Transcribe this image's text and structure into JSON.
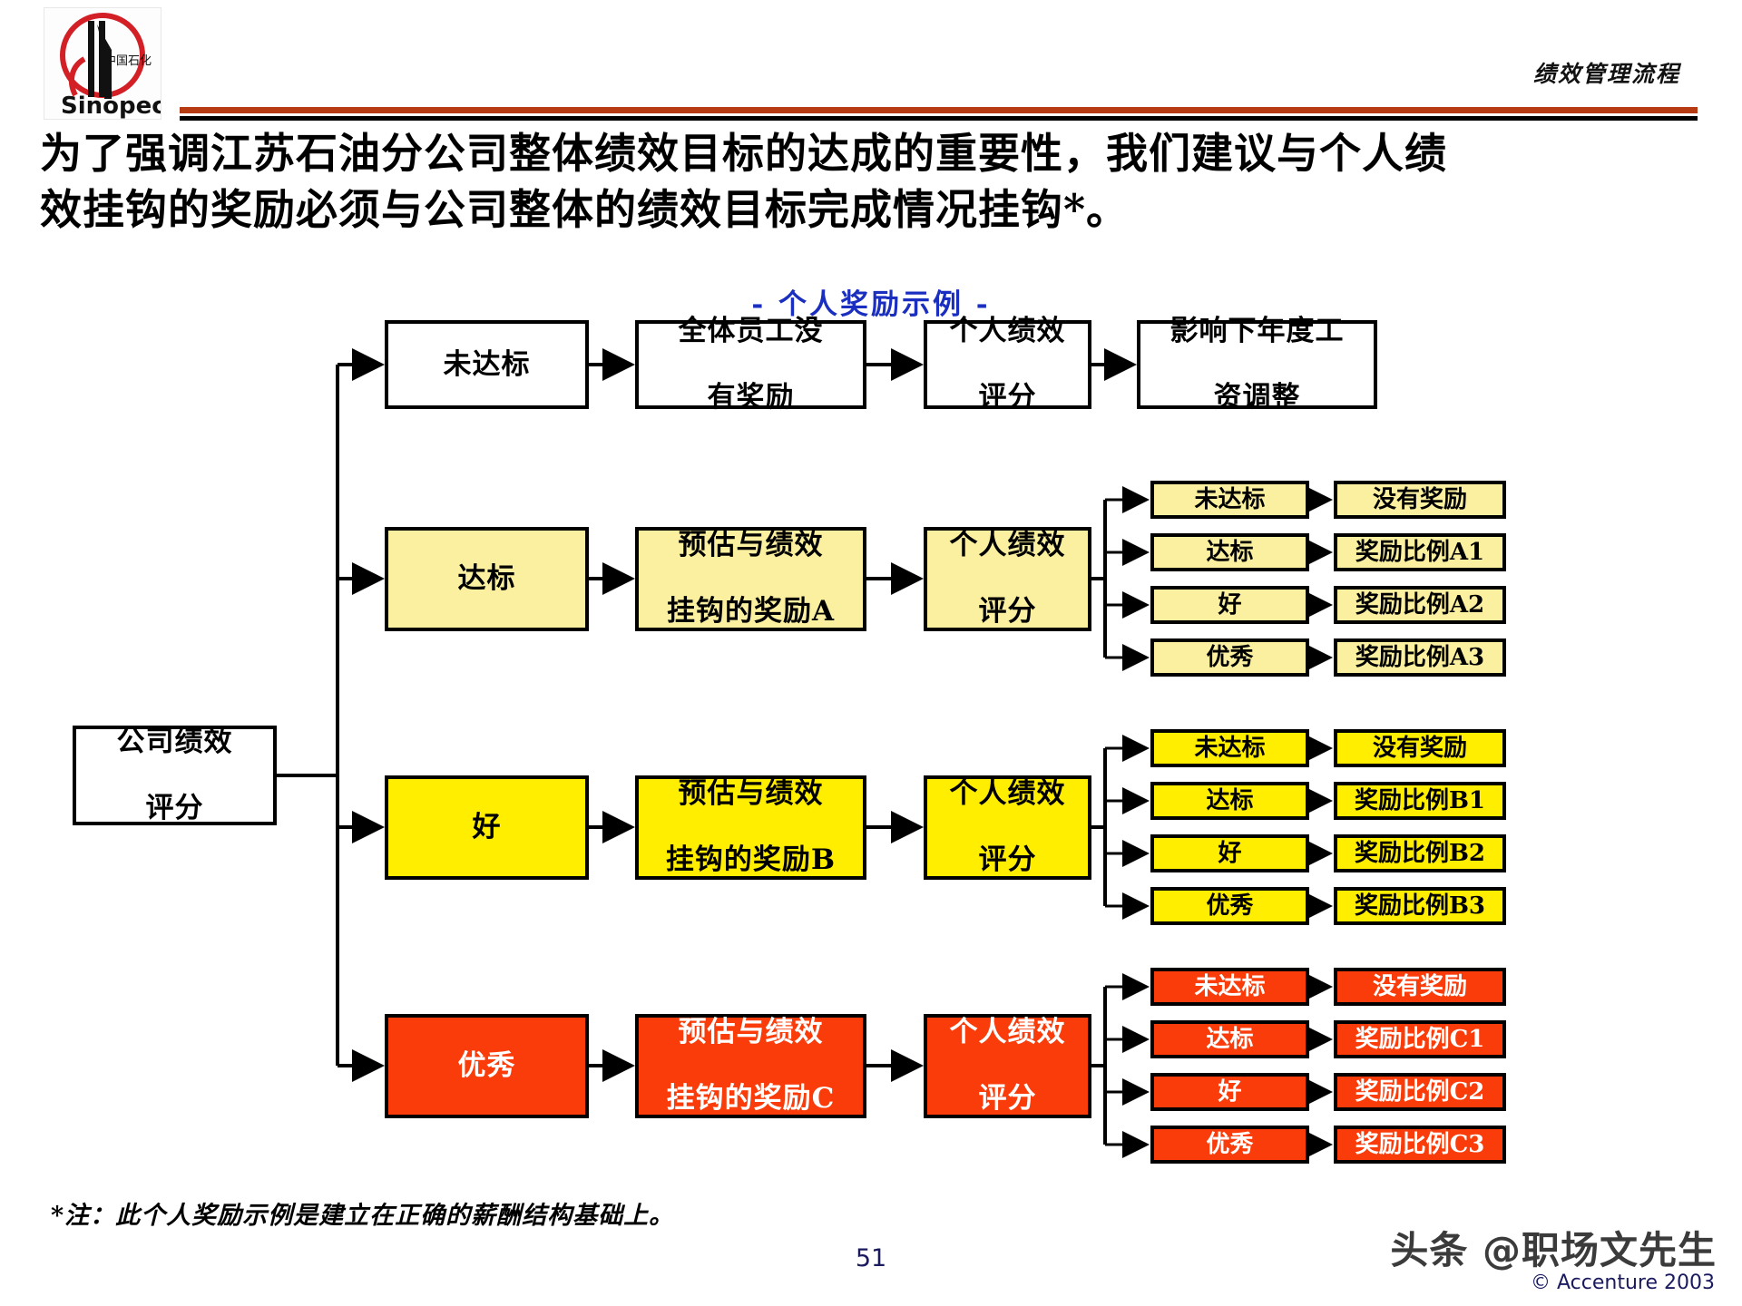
{
  "header": {
    "right_title": "绩效管理流程",
    "logo_alt": "sinopec-logo",
    "logo_text_cn": "中国石化",
    "logo_text_en": "Sinopec",
    "rule_orange_color": "#b63b12",
    "rule_black_color": "#000000"
  },
  "title": {
    "line1": "为了强调江苏石油分公司整体绩效目标的达成的重要性，我们建议与个人绩",
    "line2": "效挂钩的奖励必须与公司整体的绩效目标完成情况挂钩*。"
  },
  "subtitle": {
    "text": "- 个人奖励示例 -",
    "color": "#1a2fbf"
  },
  "diagram": {
    "root": {
      "label": "公司绩效\n评分",
      "color": "white"
    },
    "colors": {
      "white": "#ffffff",
      "cream": "#fbf0a0",
      "yellow": "#ffee00",
      "red": "#fa3c0a",
      "border": "#000000",
      "red_text": "#ffffff"
    },
    "rows": [
      {
        "level": "未达标",
        "fill": "white",
        "stage2": "全体员工没\n有奖励",
        "stage3": "个人绩效\n评分",
        "stage4": "影响下年度工\n资调整",
        "branches": []
      },
      {
        "level": "达标",
        "fill": "cream",
        "stage2": "预估与绩效\n挂钩的奖励A",
        "stage3": "个人绩效\n评分",
        "branches": [
          {
            "grade": "未达标",
            "reward": "没有奖励"
          },
          {
            "grade": "达标",
            "reward": "奖励比例A1"
          },
          {
            "grade": "好",
            "reward": "奖励比例A2"
          },
          {
            "grade": "优秀",
            "reward": "奖励比例A3"
          }
        ]
      },
      {
        "level": "好",
        "fill": "yellow",
        "stage2": "预估与绩效\n挂钩的奖励B",
        "stage3": "个人绩效\n评分",
        "branches": [
          {
            "grade": "未达标",
            "reward": "没有奖励"
          },
          {
            "grade": "达标",
            "reward": "奖励比例B1"
          },
          {
            "grade": "好",
            "reward": "奖励比例B2"
          },
          {
            "grade": "优秀",
            "reward": "奖励比例B3"
          }
        ]
      },
      {
        "level": "优秀",
        "fill": "red",
        "stage2": "预估与绩效\n挂钩的奖励C",
        "stage3": "个人绩效\n评分",
        "branches": [
          {
            "grade": "未达标",
            "reward": "没有奖励"
          },
          {
            "grade": "达标",
            "reward": "奖励比例C1"
          },
          {
            "grade": "好",
            "reward": "奖励比例C2"
          },
          {
            "grade": "优秀",
            "reward": "奖励比例C3"
          }
        ]
      }
    ]
  },
  "footer": {
    "footnote": "*注：此个人奖励示例是建立在正确的薪酬结构基础上。",
    "page_number": "51",
    "watermark": "头条 @职场文先生",
    "copyright": "© Accenture 2003"
  }
}
